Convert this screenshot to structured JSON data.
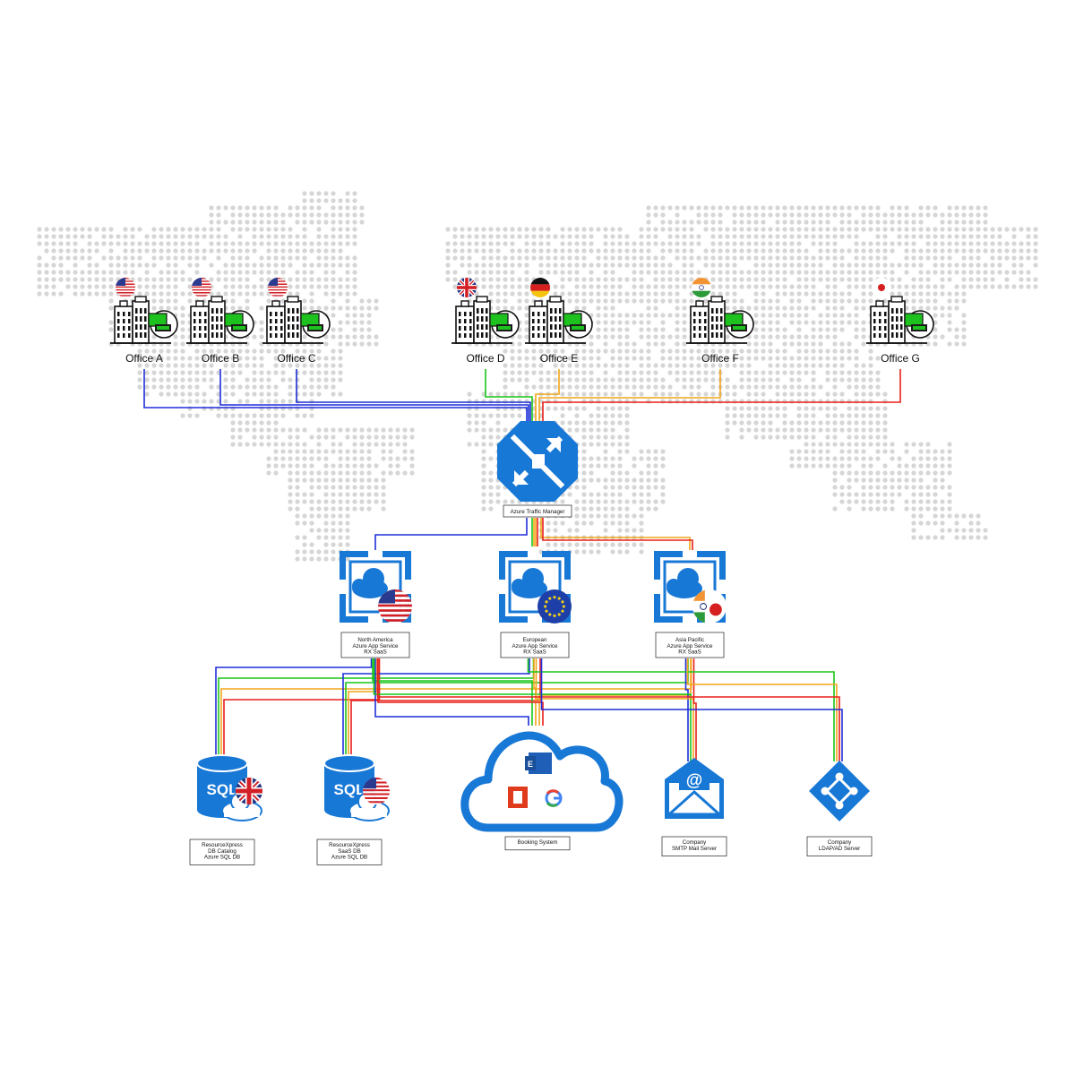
{
  "offices": [
    {
      "name": "Office A",
      "flag": "flag-usa",
      "line_color": "#1f2fd9"
    },
    {
      "name": "Office B",
      "flag": "flag-usa",
      "line_color": "#1f2fd9"
    },
    {
      "name": "Office C",
      "flag": "flag-usa",
      "line_color": "#1f2fd9"
    },
    {
      "name": "Office D",
      "flag": "flag-uk",
      "line_color": "#19c619"
    },
    {
      "name": "Office E",
      "flag": "flag-germany",
      "line_color": "#f2a51a"
    },
    {
      "name": "Office F",
      "flag": "flag-india",
      "line_color": "#f2a51a"
    },
    {
      "name": "Office G",
      "flag": "flag-japan",
      "line_color": "#e8201a"
    }
  ],
  "traffic_manager": {
    "label": "Azure Traffic Manager",
    "icon": "traffic-manager-icon"
  },
  "app_services": [
    {
      "lines": [
        "North America",
        "Azure App Service",
        "RX SaaS"
      ],
      "flag": "flag-usa"
    },
    {
      "lines": [
        "European",
        "Azure App Service",
        "RX SaaS"
      ],
      "flag": "flag-eu"
    },
    {
      "lines": [
        "Asia Pacific",
        "Azure App Service",
        "RX SaaS"
      ],
      "flag": "flag-india-japan"
    }
  ],
  "backends": [
    {
      "lines": [
        "ResourceXpress",
        "DB Catalog",
        "Azure SQL DB"
      ],
      "icon": "sql-database-icon",
      "flag": "flag-uk",
      "icon_text": "SQL"
    },
    {
      "lines": [
        "ResourceXpress",
        "SaaS DB",
        "Azure SQL DB"
      ],
      "icon": "sql-database-icon",
      "flag": "flag-usa",
      "icon_text": "SQL"
    },
    {
      "lines": [
        "Booking System"
      ],
      "icon": "booking-cloud-icon"
    },
    {
      "lines": [
        "Company",
        "SMTP Mail Server"
      ],
      "icon": "mail-server-icon",
      "icon_text": "@"
    },
    {
      "lines": [
        "Company",
        "LDAP/AD Server"
      ],
      "icon": "ldap-ad-icon"
    }
  ],
  "colors": {
    "azure_blue": "#1878d6",
    "link_blue": "#1f2fd9",
    "link_green": "#19c619",
    "link_orange": "#f2a51a",
    "link_red": "#e8201a",
    "map_dot": "#d6d6d6",
    "building_green": "#1ec21e"
  }
}
